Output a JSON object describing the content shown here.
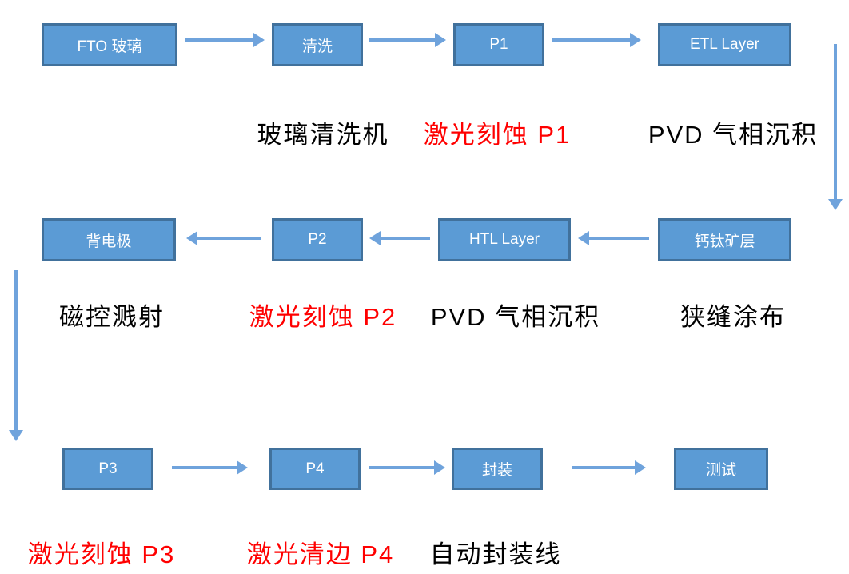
{
  "colors": {
    "box_fill": "#5b9bd5",
    "box_border": "#41719c",
    "arrow": "#6fa3dc",
    "caption_default": "#000000",
    "caption_highlight": "#ff0000",
    "box_text": "#ffffff",
    "background": "#ffffff"
  },
  "row1": {
    "boxes": [
      "FTO 玻璃",
      "清洗",
      "P1",
      "ETL Layer"
    ],
    "captions": [
      {
        "text": "玻璃清洗机",
        "color": "black"
      },
      {
        "text": "激光刻蚀 P1",
        "color": "red"
      },
      {
        "text": "PVD 气相沉积",
        "color": "black"
      }
    ]
  },
  "row2": {
    "boxes": [
      "背电极",
      "P2",
      "HTL Layer",
      "钙钛矿层"
    ],
    "captions": [
      {
        "text": "磁控溅射",
        "color": "black"
      },
      {
        "text": "激光刻蚀 P2",
        "color": "red"
      },
      {
        "text": "PVD 气相沉积",
        "color": "black"
      },
      {
        "text": "狭缝涂布",
        "color": "black"
      }
    ]
  },
  "row3": {
    "boxes": [
      "P3",
      "P4",
      "封装",
      "测试"
    ],
    "captions": [
      {
        "text": "激光刻蚀 P3",
        "color": "red"
      },
      {
        "text": "激光清边 P4",
        "color": "red"
      },
      {
        "text": "自动封装线",
        "color": "black"
      }
    ]
  },
  "connectors": {
    "row1_direction": "right",
    "row2_direction": "left",
    "row3_direction": "right",
    "vertical_links": [
      "ETL Layer to 钙钛矿层",
      "背电极 to P3"
    ]
  }
}
